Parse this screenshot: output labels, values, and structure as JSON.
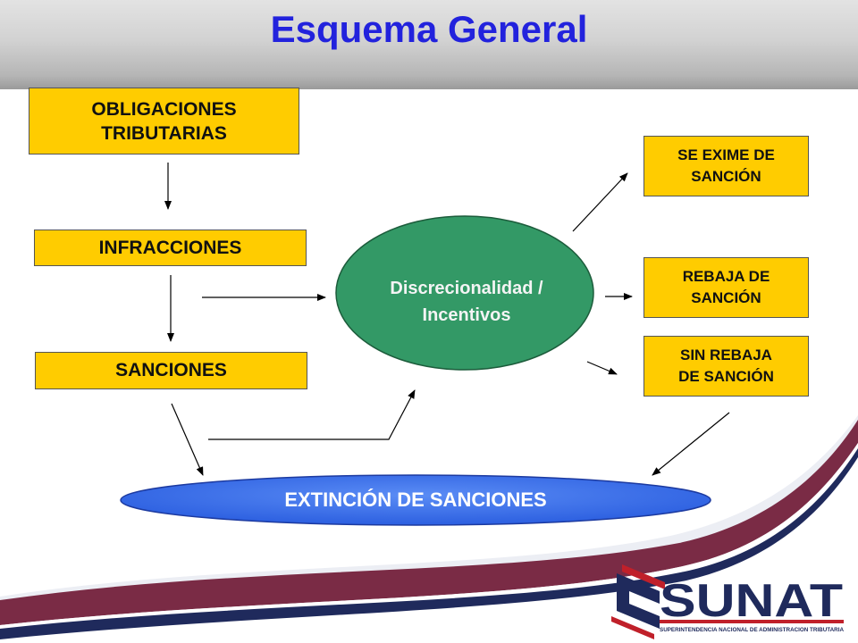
{
  "slide": {
    "title": "Esquema General"
  },
  "boxes": {
    "obligaciones": {
      "line1": "OBLIGACIONES",
      "line2": "TRIBUTARIAS"
    },
    "infracciones": {
      "label": "INFRACCIONES"
    },
    "sanciones": {
      "label": "SANCIONES"
    },
    "exime": {
      "line1": "SE EXIME DE",
      "line2": "SANCIÓN"
    },
    "rebaja": {
      "line1": "REBAJA DE",
      "line2": "SANCIÓN"
    },
    "sin_rebaja": {
      "line1": "SIN REBAJA",
      "line2": "DE SANCIÓN"
    }
  },
  "ovals": {
    "discrecionalidad": {
      "line1": "Discrecionalidad /",
      "line2": "Incentivos"
    },
    "extincion": {
      "label": "EXTINCIÓN DE SANCIONES"
    }
  },
  "logo": {
    "name": "SUNAT",
    "tagline": "SUPERINTENDENCIA NACIONAL DE ADMINISTRACION TRIBUTARIA"
  },
  "colors": {
    "title": "#2222dd",
    "box_fill": "#ffcc00",
    "oval_green": "#339966",
    "oval_blue": "#3366ee",
    "swoosh_maroon": "#7a2b45",
    "swoosh_navy": "#1f2a5c",
    "logo_red": "#c0202a"
  }
}
